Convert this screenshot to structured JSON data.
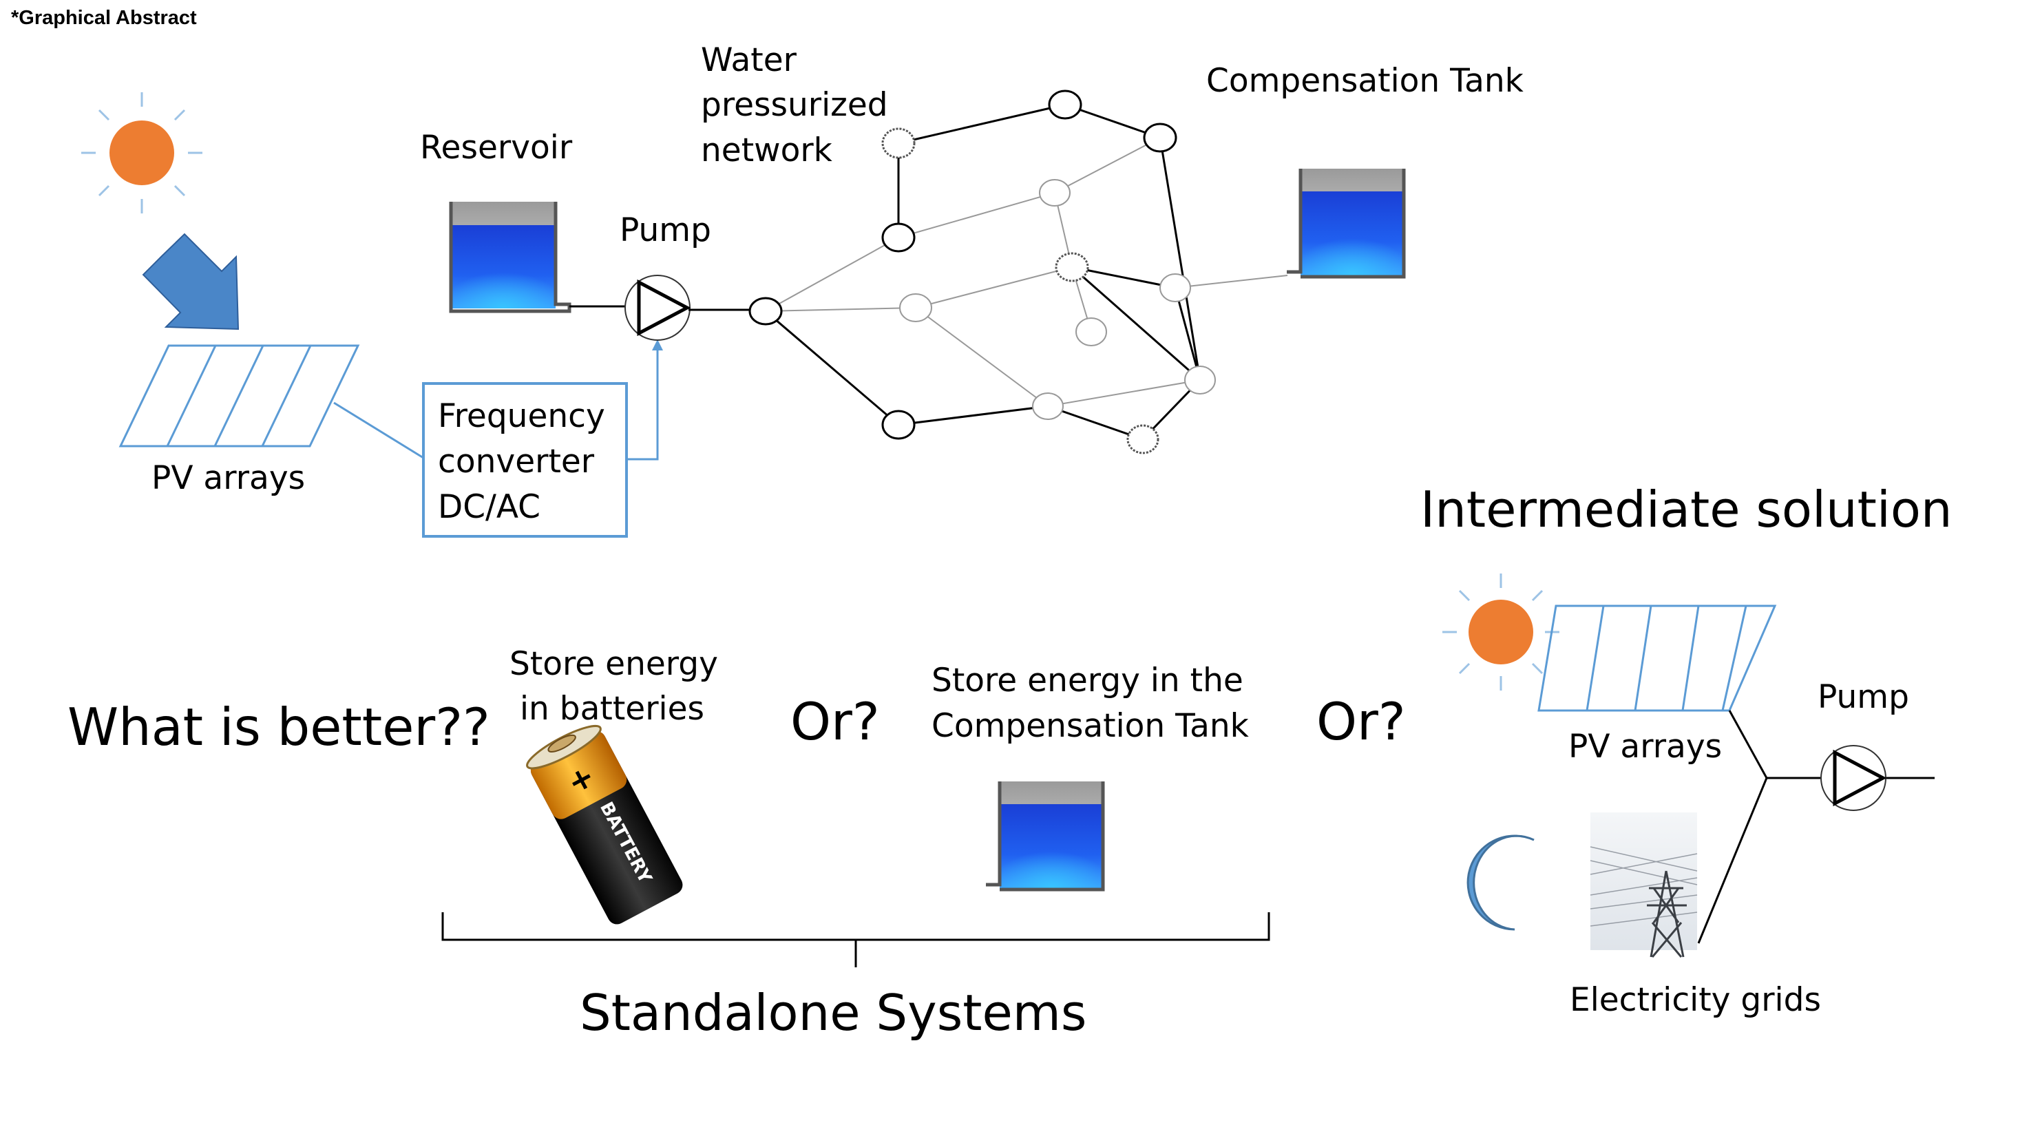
{
  "header": {
    "label": "*Graphical Abstract"
  },
  "labels": {
    "water_network": [
      "Water",
      "pressurized",
      "network"
    ],
    "compensation_tank": "Compensation Tank",
    "reservoir": "Reservoir",
    "pump_top": "Pump",
    "pv_arrays_top": "PV arrays",
    "frequency_converter": [
      "Frequency",
      "converter",
      "DC/AC"
    ],
    "intermediate_solution": "Intermediate solution",
    "question": "What is better??",
    "store_batteries": [
      "Store energy",
      "in batteries"
    ],
    "or_1": "Or?",
    "store_tank": [
      "Store energy in the",
      "Compensation Tank"
    ],
    "or_2": "Or?",
    "pv_arrays_right": "PV arrays",
    "pump_right": "Pump",
    "electricity_grids": "Electricity grids",
    "standalone_systems": "Standalone Systems",
    "battery_text": "BATTERY",
    "battery_plus": "+"
  },
  "colors": {
    "sun": "#ED7D31",
    "sun_rays": "#9DC3E6",
    "pv_lines": "#5B9BD5",
    "arrow": "#4A86C8",
    "moon": "#5B9BD5",
    "converter_border": "#5B9BD5",
    "tank_water": "#1E4BE0",
    "tank_highlight": "#29B6F6"
  },
  "icons": [
    "sun-icon",
    "arrow-icon",
    "pv-array-icon",
    "reservoir-tank-icon",
    "pump-icon",
    "network-icon",
    "compensation-tank-icon",
    "battery-icon",
    "moon-icon",
    "electricity-pylon-icon"
  ]
}
